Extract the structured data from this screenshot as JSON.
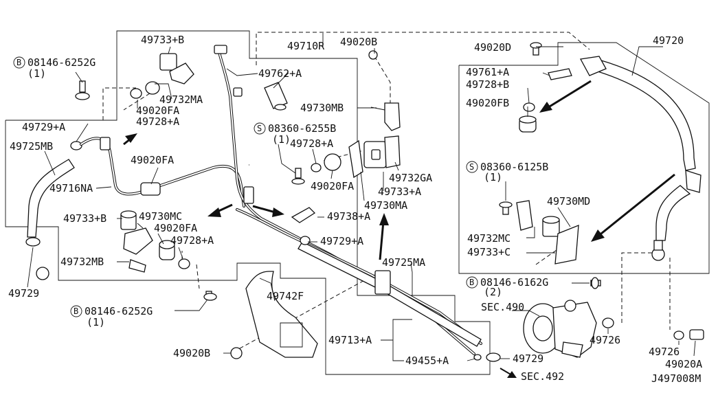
{
  "labels": {
    "b_08146_6252g_top": "08146-6252G",
    "qty_1_top": "(1)",
    "p49733_b_top": "49733+B",
    "p49732ma": "49732MA",
    "p49020fa_top": "49020FA",
    "p49728_a_top": "49728+A",
    "p49729_a_left": "49729+A",
    "p49725mb": "49725MB",
    "p49716na": "49716NA",
    "p49020fa_mid": "49020FA",
    "p49710r": "49710R",
    "p49020b_top": "49020B",
    "p49762_a": "49762+A",
    "p49730mb": "49730MB",
    "s_08360_6255b": "08360-6255B",
    "qty_1_s1": "(1)",
    "p49728_a_mid": "49728+A",
    "p49020fa_mid2": "49020FA",
    "p49732ga": "49732GA",
    "p49733_a": "49733+A",
    "p49730ma": "49730MA",
    "p49738_a": "49738+A",
    "p49729_a_mid": "49729+A",
    "p49733_b_left": "49733+B",
    "p49730mc": "49730MC",
    "p49020fa_low": "49020FA",
    "p49728_a_low": "49728+A",
    "p49732mb": "49732MB",
    "p49729_left": "49729",
    "b_08146_6252g_low": "08146-6252G",
    "qty_1_low": "(1)",
    "p49742f": "49742F",
    "p49725ma": "49725MA",
    "p49713_a": "49713+A",
    "p49455_a": "49455+A",
    "p49020b_low": "49020B",
    "p49729_low": "49729",
    "sec_492": "SEC.492",
    "sec_490": "SEC.490",
    "p49726_mid": "49726",
    "p49020d": "49020D",
    "p49720": "49720",
    "p49761_a": "49761+A",
    "p49728_b": "49728+B",
    "p49020fb": "49020FB",
    "s_08360_6125b": "08360-6125B",
    "qty_1_s2": "(1)",
    "p49730md": "49730MD",
    "p49732mc": "49732MC",
    "p49733_c": "49733+C",
    "b_08146_6162g": "08146-6162G",
    "qty_2": "(2)",
    "p49726_right": "49726",
    "p49020a": "49020A",
    "diagram_code": "J497008M"
  },
  "symbols": {
    "bolt_prefix": "B",
    "screw_prefix": "S"
  },
  "colors": {
    "ink": "#111111",
    "paper": "#ffffff"
  }
}
